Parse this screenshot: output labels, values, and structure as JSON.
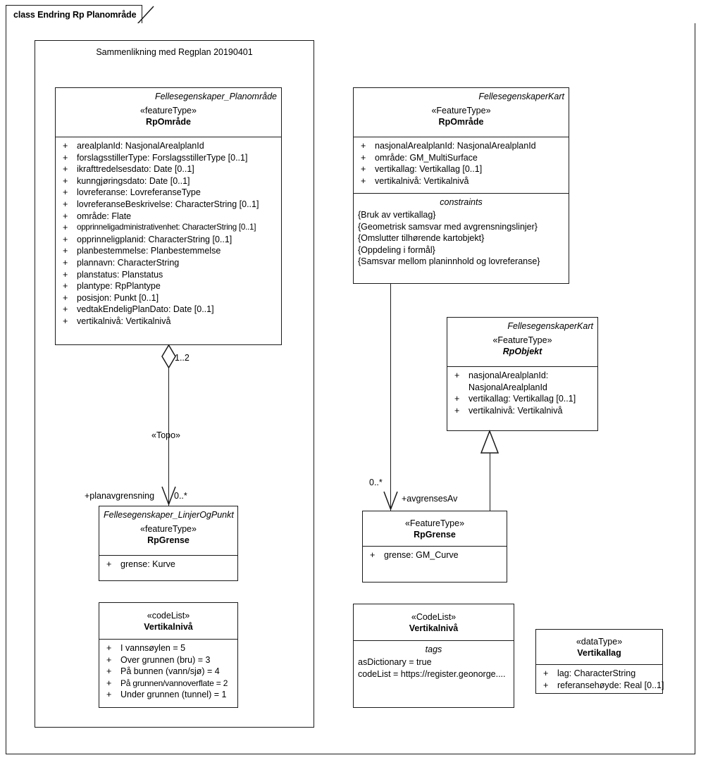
{
  "diagram": {
    "title": "class Endring Rp Planområde",
    "package_title": "Sammenlikning med Regplan 20190401"
  },
  "classes": {
    "rpomrade_planomrade": {
      "package_path": "Fellesegenskaper_Planområde",
      "stereotype": "«featureType»",
      "name": "RpOmråde",
      "attributes": [
        {
          "visibility": "+",
          "text": "arealplanId: NasjonalArealplanId"
        },
        {
          "visibility": "+",
          "text": "forslagsstillerType: ForslagsstillerType [0..1]"
        },
        {
          "visibility": "+",
          "text": "ikrafttredelsesdato: Date [0..1]"
        },
        {
          "visibility": "+",
          "text": "kunngjøringsdato: Date [0..1]"
        },
        {
          "visibility": "+",
          "text": "lovreferanse: LovreferanseType"
        },
        {
          "visibility": "+",
          "text": "lovreferanseBeskrivelse: CharacterString [0..1]"
        },
        {
          "visibility": "+",
          "text": "område: Flate"
        },
        {
          "visibility": "+",
          "text": "opprinneligadministrativenhet: CharacterString [0..1]"
        },
        {
          "visibility": "+",
          "text": "opprinneligplanid: CharacterString [0..1]"
        },
        {
          "visibility": "+",
          "text": "planbestemmelse: Planbestemmelse"
        },
        {
          "visibility": "+",
          "text": "plannavn: CharacterString"
        },
        {
          "visibility": "+",
          "text": "planstatus: Planstatus"
        },
        {
          "visibility": "+",
          "text": "plantype: RpPlantype"
        },
        {
          "visibility": "+",
          "text": "posisjon: Punkt [0..1]"
        },
        {
          "visibility": "+",
          "text": "vedtakEndeligPlanDato: Date [0..1]"
        },
        {
          "visibility": "+",
          "text": "vertikalnivå: Vertikalnivå"
        }
      ]
    },
    "rpomrade_kart": {
      "package_path": "FellesegenskaperKart",
      "stereotype": "«FeatureType»",
      "name": "RpOmråde",
      "attributes": [
        {
          "visibility": "+",
          "text": "nasjonalArealplanId: NasjonalArealplanId"
        },
        {
          "visibility": "+",
          "text": "område: GM_MultiSurface"
        },
        {
          "visibility": "+",
          "text": "vertikallag: Vertikallag [0..1]"
        },
        {
          "visibility": "+",
          "text": "vertikalnivå: Vertikalnivå"
        }
      ],
      "constraints_label": "constraints",
      "constraints": [
        "{Bruk av vertikallag}",
        "{Geometrisk samsvar med avgrensningslinjer}",
        "{Omslutter tilhørende kartobjekt}",
        "{Oppdeling i formål}",
        "{Samsvar mellom planinnhold og lovreferanse}"
      ]
    },
    "rpobjekt": {
      "package_path": "FellesegenskaperKart",
      "stereotype": "«FeatureType»",
      "name": "RpObjekt",
      "attributes": [
        {
          "visibility": "+",
          "text": "nasjonalArealplanId: NasjonalArealplanId"
        },
        {
          "visibility": "+",
          "text": "vertikallag: Vertikallag [0..1]"
        },
        {
          "visibility": "+",
          "text": "vertikalnivå: Vertikalnivå"
        }
      ]
    },
    "rpgrense_linjerogpunkt": {
      "package_path": "Fellesegenskaper_LinjerOgPunkt",
      "stereotype": "«featureType»",
      "name": "RpGrense",
      "attributes": [
        {
          "visibility": "+",
          "text": "grense: Kurve"
        }
      ]
    },
    "rpgrense_kart": {
      "stereotype": "«FeatureType»",
      "name": "RpGrense",
      "attributes": [
        {
          "visibility": "+",
          "text": "grense: GM_Curve"
        }
      ]
    },
    "vertikalniva_codelist_left": {
      "stereotype": "«codeList»",
      "name": "Vertikalnivå",
      "attributes": [
        {
          "visibility": "+",
          "text": "I vannsøylen = 5"
        },
        {
          "visibility": "+",
          "text": "Over grunnen (bru) = 3"
        },
        {
          "visibility": "+",
          "text": "På bunnen (vann/sjø) = 4"
        },
        {
          "visibility": "+",
          "text": "På grunnen/vannoverflate = 2"
        },
        {
          "visibility": "+",
          "text": "Under grunnen (tunnel) = 1"
        }
      ]
    },
    "vertikalniva_codelist_right": {
      "stereotype": "«CodeList»",
      "name": "Vertikalnivå",
      "tags_label": "tags",
      "tags": [
        "asDictionary = true",
        "codeList = https://register.geonorge...."
      ]
    },
    "vertikallag_datatype": {
      "stereotype": "«dataType»",
      "name": "Vertikallag",
      "attributes": [
        {
          "visibility": "+",
          "text": "lag: CharacterString"
        },
        {
          "visibility": "+",
          "text": "referansehøyde: Real [0..1]"
        }
      ]
    }
  },
  "connectors": {
    "topo_aggregation": {
      "source_multiplicity": "1..2",
      "stereotype": "«Topo»",
      "target_role": "+planavgrensning",
      "target_multiplicity": "0..*"
    },
    "avgrenses_association": {
      "source_multiplicity": "0..*",
      "target_role": "+avgrensesAv"
    }
  },
  "style": {
    "line_color": "#1a1a1a",
    "background": "#ffffff"
  }
}
